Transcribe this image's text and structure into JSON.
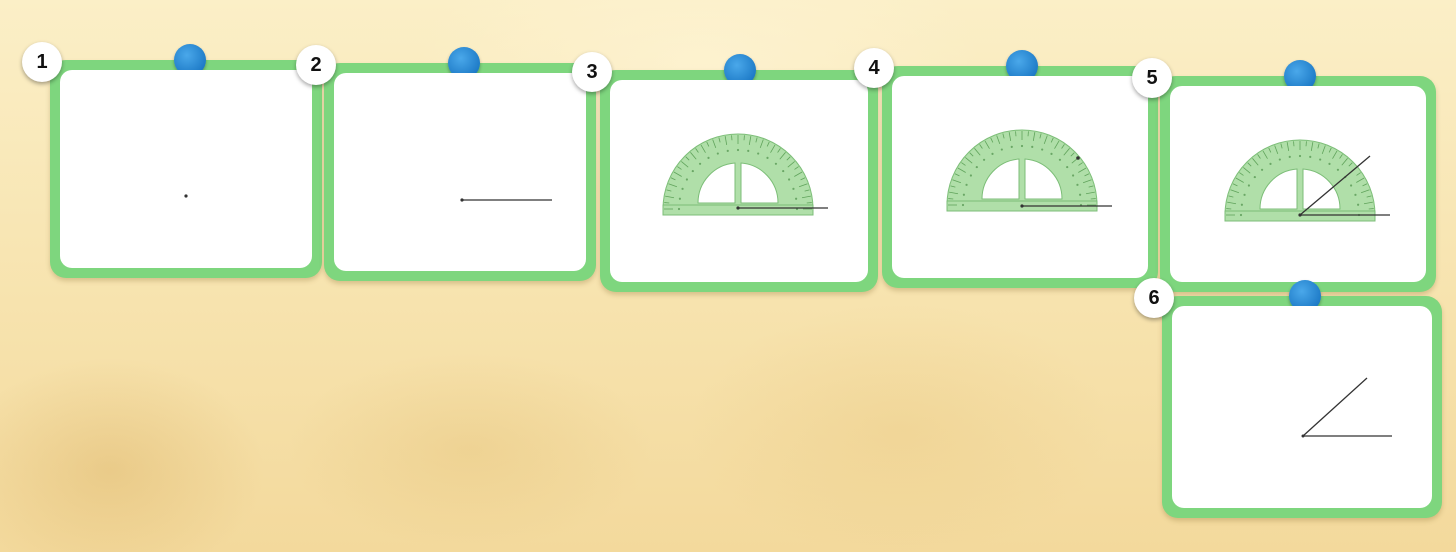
{
  "steps": [
    {
      "number": "1",
      "drawing": "point"
    },
    {
      "number": "2",
      "drawing": "ray"
    },
    {
      "number": "3",
      "drawing": "protractor-aligned-on-ray"
    },
    {
      "number": "4",
      "drawing": "protractor-mark-angle"
    },
    {
      "number": "5",
      "drawing": "protractor-draw-second-ray"
    },
    {
      "number": "6",
      "drawing": "finished-angle"
    }
  ],
  "colors": {
    "card_border": "#7ed67e",
    "pin": "#1f7cc8",
    "protractor": "#a8dca0",
    "line": "#333333"
  }
}
